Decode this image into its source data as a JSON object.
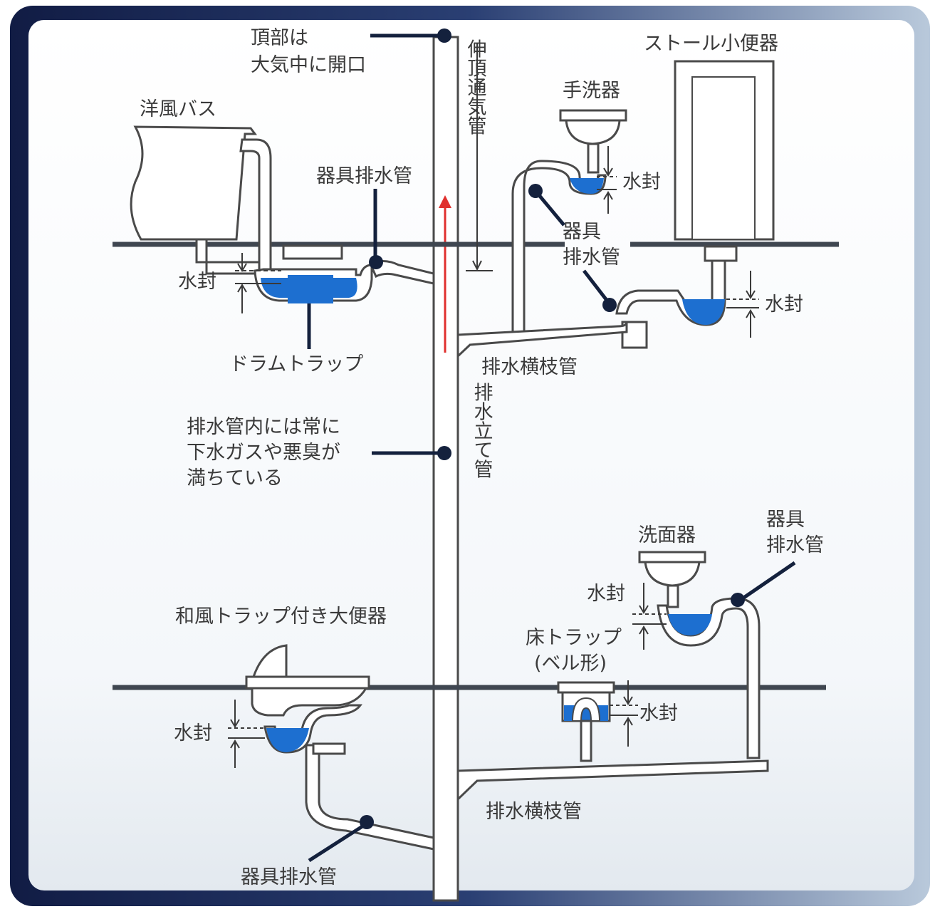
{
  "colors": {
    "frame": "#14214a",
    "panel": "#eef2f6",
    "water": "#1d6fd0",
    "vent_arrow": "#e0302e",
    "leader": "#14213d"
  },
  "labels": {
    "top_open": [
      "頂部は",
      "大気中に開口"
    ],
    "western_bath": "洋風バス",
    "fixture_drain_top": "器具排水管",
    "water_seal_bath": "水封",
    "drum_trap": "ドラムトラップ",
    "vent_pipe": "伸頂通気管",
    "hand_wash": "手洗器",
    "water_seal_hand": "水封",
    "fixture_drain_hand": [
      "器具",
      "排水管"
    ],
    "stall_urinal": "ストール小便器",
    "water_seal_urinal": "水封",
    "horizontal_branch_top": "排水横枝管",
    "gas_note": [
      "排水管内には常に",
      "下水ガスや悪臭が",
      "満ちている"
    ],
    "drain_stack": "排水立て管",
    "wash_basin": "洗面器",
    "fixture_drain_basin": [
      "器具",
      "排水管"
    ],
    "water_seal_basin": "水封",
    "floor_trap": [
      "床トラップ",
      "(ベル形)"
    ],
    "water_seal_floor": "水封",
    "japanese_toilet": "和風トラップ付き大便器",
    "water_seal_toilet": "水封",
    "horizontal_branch_bottom": "排水横枝管",
    "fixture_drain_bottom": "器具排水管"
  }
}
